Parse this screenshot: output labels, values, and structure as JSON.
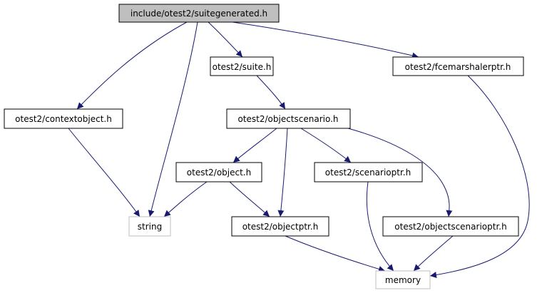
{
  "colors": {
    "edge": "#191970",
    "node_border": "#000000",
    "node_fill": "#ffffff",
    "root_fill": "#bfbfbf",
    "external_border": "#bfbfbf"
  },
  "nodes": {
    "root": {
      "label": "include/otest2/suitegenerated.h"
    },
    "contextobject": {
      "label": "otest2/contextobject.h"
    },
    "suite": {
      "label": "otest2/suite.h"
    },
    "fcemarshalerptr": {
      "label": "otest2/fcemarshalerptr.h"
    },
    "objectscenario": {
      "label": "otest2/objectscenario.h"
    },
    "object": {
      "label": "otest2/object.h"
    },
    "scenarioptr": {
      "label": "otest2/scenarioptr.h"
    },
    "string": {
      "label": "string"
    },
    "objectptr": {
      "label": "otest2/objectptr.h"
    },
    "objectscenarioptr": {
      "label": "otest2/objectscenarioptr.h"
    },
    "memory": {
      "label": "memory"
    }
  },
  "edges": [
    {
      "from": "root",
      "to": "contextobject"
    },
    {
      "from": "root",
      "to": "string"
    },
    {
      "from": "root",
      "to": "suite"
    },
    {
      "from": "root",
      "to": "fcemarshalerptr"
    },
    {
      "from": "contextobject",
      "to": "string"
    },
    {
      "from": "suite",
      "to": "objectscenario"
    },
    {
      "from": "fcemarshalerptr",
      "to": "memory"
    },
    {
      "from": "objectscenario",
      "to": "object"
    },
    {
      "from": "objectscenario",
      "to": "objectptr"
    },
    {
      "from": "objectscenario",
      "to": "scenarioptr"
    },
    {
      "from": "objectscenario",
      "to": "objectscenarioptr"
    },
    {
      "from": "object",
      "to": "string"
    },
    {
      "from": "object",
      "to": "objectptr"
    },
    {
      "from": "scenarioptr",
      "to": "memory"
    },
    {
      "from": "objectptr",
      "to": "memory"
    },
    {
      "from": "objectscenarioptr",
      "to": "memory"
    }
  ]
}
